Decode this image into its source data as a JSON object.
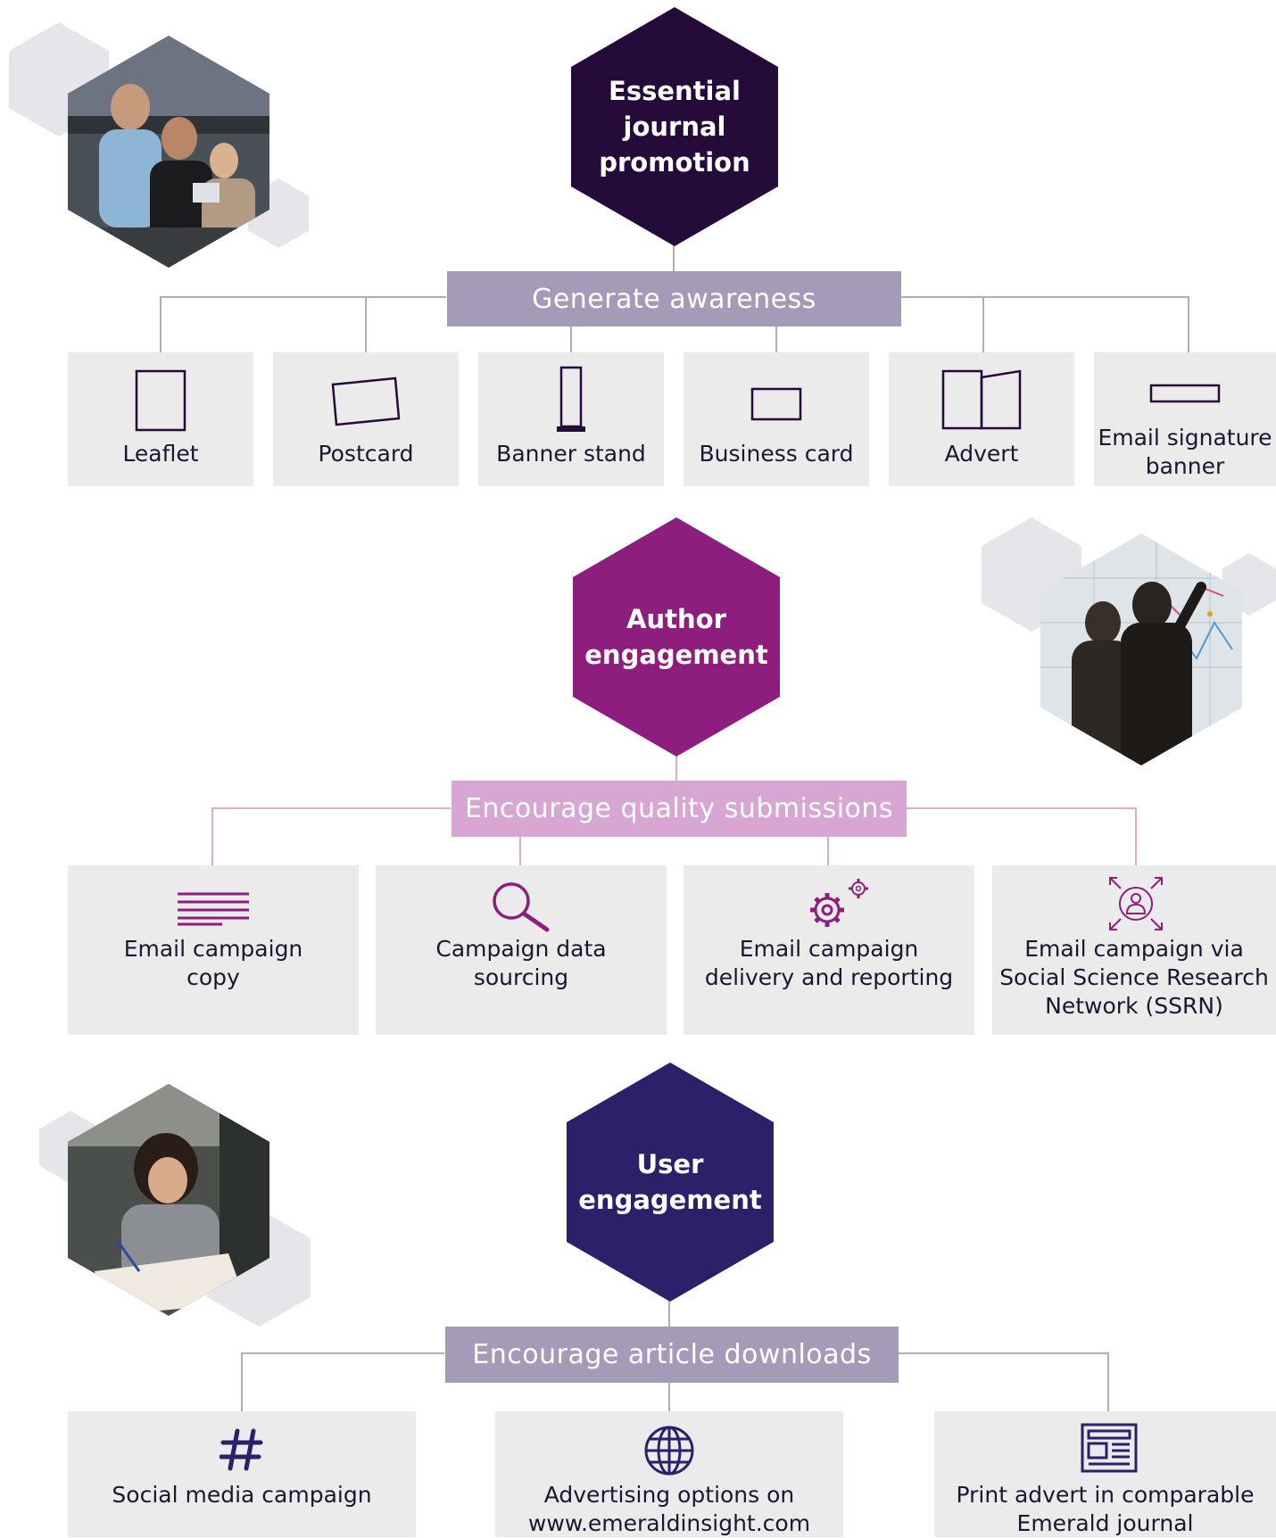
{
  "sections": [
    {
      "title_lines": [
        "Essential",
        "journal",
        "promotion"
      ],
      "category": "Generate awareness",
      "items": [
        {
          "label": "Leaflet",
          "icon": "leaflet-icon"
        },
        {
          "label": "Postcard",
          "icon": "postcard-icon"
        },
        {
          "label": "Banner stand",
          "icon": "banner-stand-icon"
        },
        {
          "label": "Business card",
          "icon": "business-card-icon"
        },
        {
          "label": "Advert",
          "icon": "advert-icon"
        },
        {
          "label_lines": [
            "Email signature",
            "banner"
          ],
          "icon": "email-banner-icon"
        }
      ]
    },
    {
      "title_lines": [
        "Author",
        "engagement"
      ],
      "category": "Encourage quality submissions",
      "items": [
        {
          "label_lines": [
            "Email campaign",
            "copy"
          ],
          "icon": "text-lines-icon"
        },
        {
          "label_lines": [
            "Campaign data",
            "sourcing"
          ],
          "icon": "magnifier-icon"
        },
        {
          "label_lines": [
            "Email campaign",
            "delivery and reporting"
          ],
          "icon": "gears-icon"
        },
        {
          "label_lines": [
            "Email campaign via",
            "Social Science Research",
            "Network (SSRN)"
          ],
          "icon": "user-network-icon"
        }
      ]
    },
    {
      "title_lines": [
        "User",
        "engagement"
      ],
      "category": "Encourage article downloads",
      "items": [
        {
          "label": "Social media campaign",
          "icon": "hashtag-icon"
        },
        {
          "label_lines": [
            "Advertising options on",
            "www.emeraldinsight.com"
          ],
          "icon": "globe-icon"
        },
        {
          "label_lines": [
            "Print advert in comparable",
            "Emerald journal"
          ],
          "icon": "newspaper-icon"
        }
      ]
    }
  ],
  "colors": {
    "dark_purple": "#240b3a",
    "magenta": "#8e1e7e",
    "indigo": "#2e1f6b",
    "bar_grey_purple": "#a49bb8",
    "bar_pink": "#d7a6d2",
    "box_grey": "#ebebeb",
    "line_grey_purple": "#b1a9c6",
    "line_pink": "#dcaad7"
  }
}
